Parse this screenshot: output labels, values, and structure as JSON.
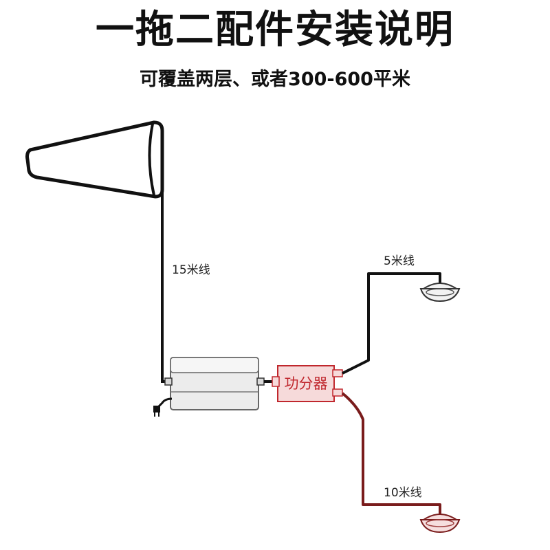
{
  "header": {
    "title": "一拖二配件安装说明",
    "subtitle": "可覆盖两层、或者300-600平米"
  },
  "diagram": {
    "labels": {
      "antenna_cable": "15米线",
      "upper_cable": "5米线",
      "lower_cable": "10米线",
      "splitter": "功分器"
    },
    "colors": {
      "black_cable": "#111111",
      "red_cable": "#7a1c1c",
      "splitter_fill": "#f6dada",
      "splitter_stroke": "#c0272d",
      "booster_fill": "#ececec",
      "ceiling_antenna_fill": "#f2f2f2",
      "ceiling_antenna_red_fill": "#f6dede"
    },
    "icons": {
      "outdoor_antenna": "log-periodic-antenna-icon",
      "booster": "signal-booster-icon",
      "power_plug": "power-plug-icon",
      "splitter": "power-splitter-icon",
      "ceiling_antenna": "ceiling-antenna-icon"
    }
  }
}
